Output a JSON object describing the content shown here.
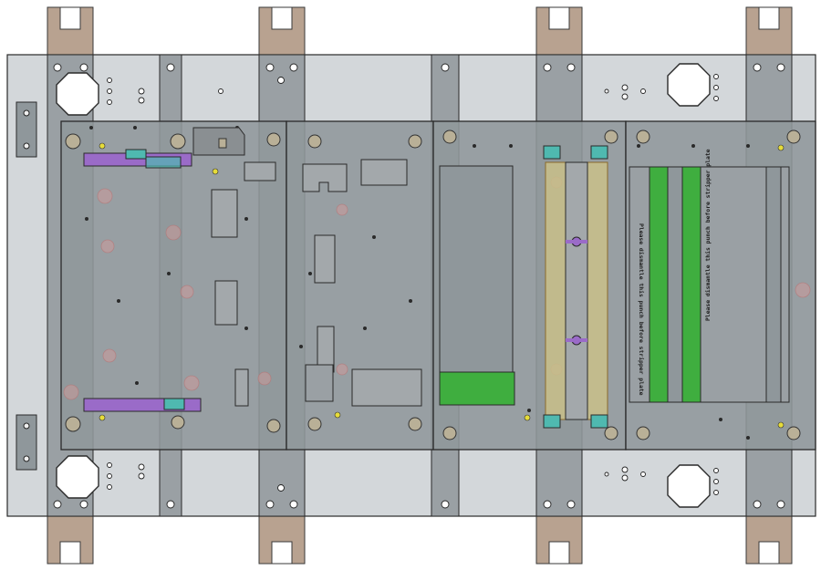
{
  "drawing": {
    "view": "top view of progressive stamping die assembly",
    "colors": {
      "base_plate": "#d3d7da",
      "die_plate": "#8f979b",
      "die_plate_outline": "#2a2a2a",
      "clamp_bar": "#9aa0a4",
      "lifting_lug": "#b8a290",
      "purple_part": "#9a6bc8",
      "green_part": "#3fae3f",
      "yellow_slide": "#c9bf8a",
      "teal_part": "#4fb9b0"
    },
    "note_left": "Please dismantle this punch before stripper plate",
    "note_right": "Please dismantle this punch before stripper plate"
  }
}
